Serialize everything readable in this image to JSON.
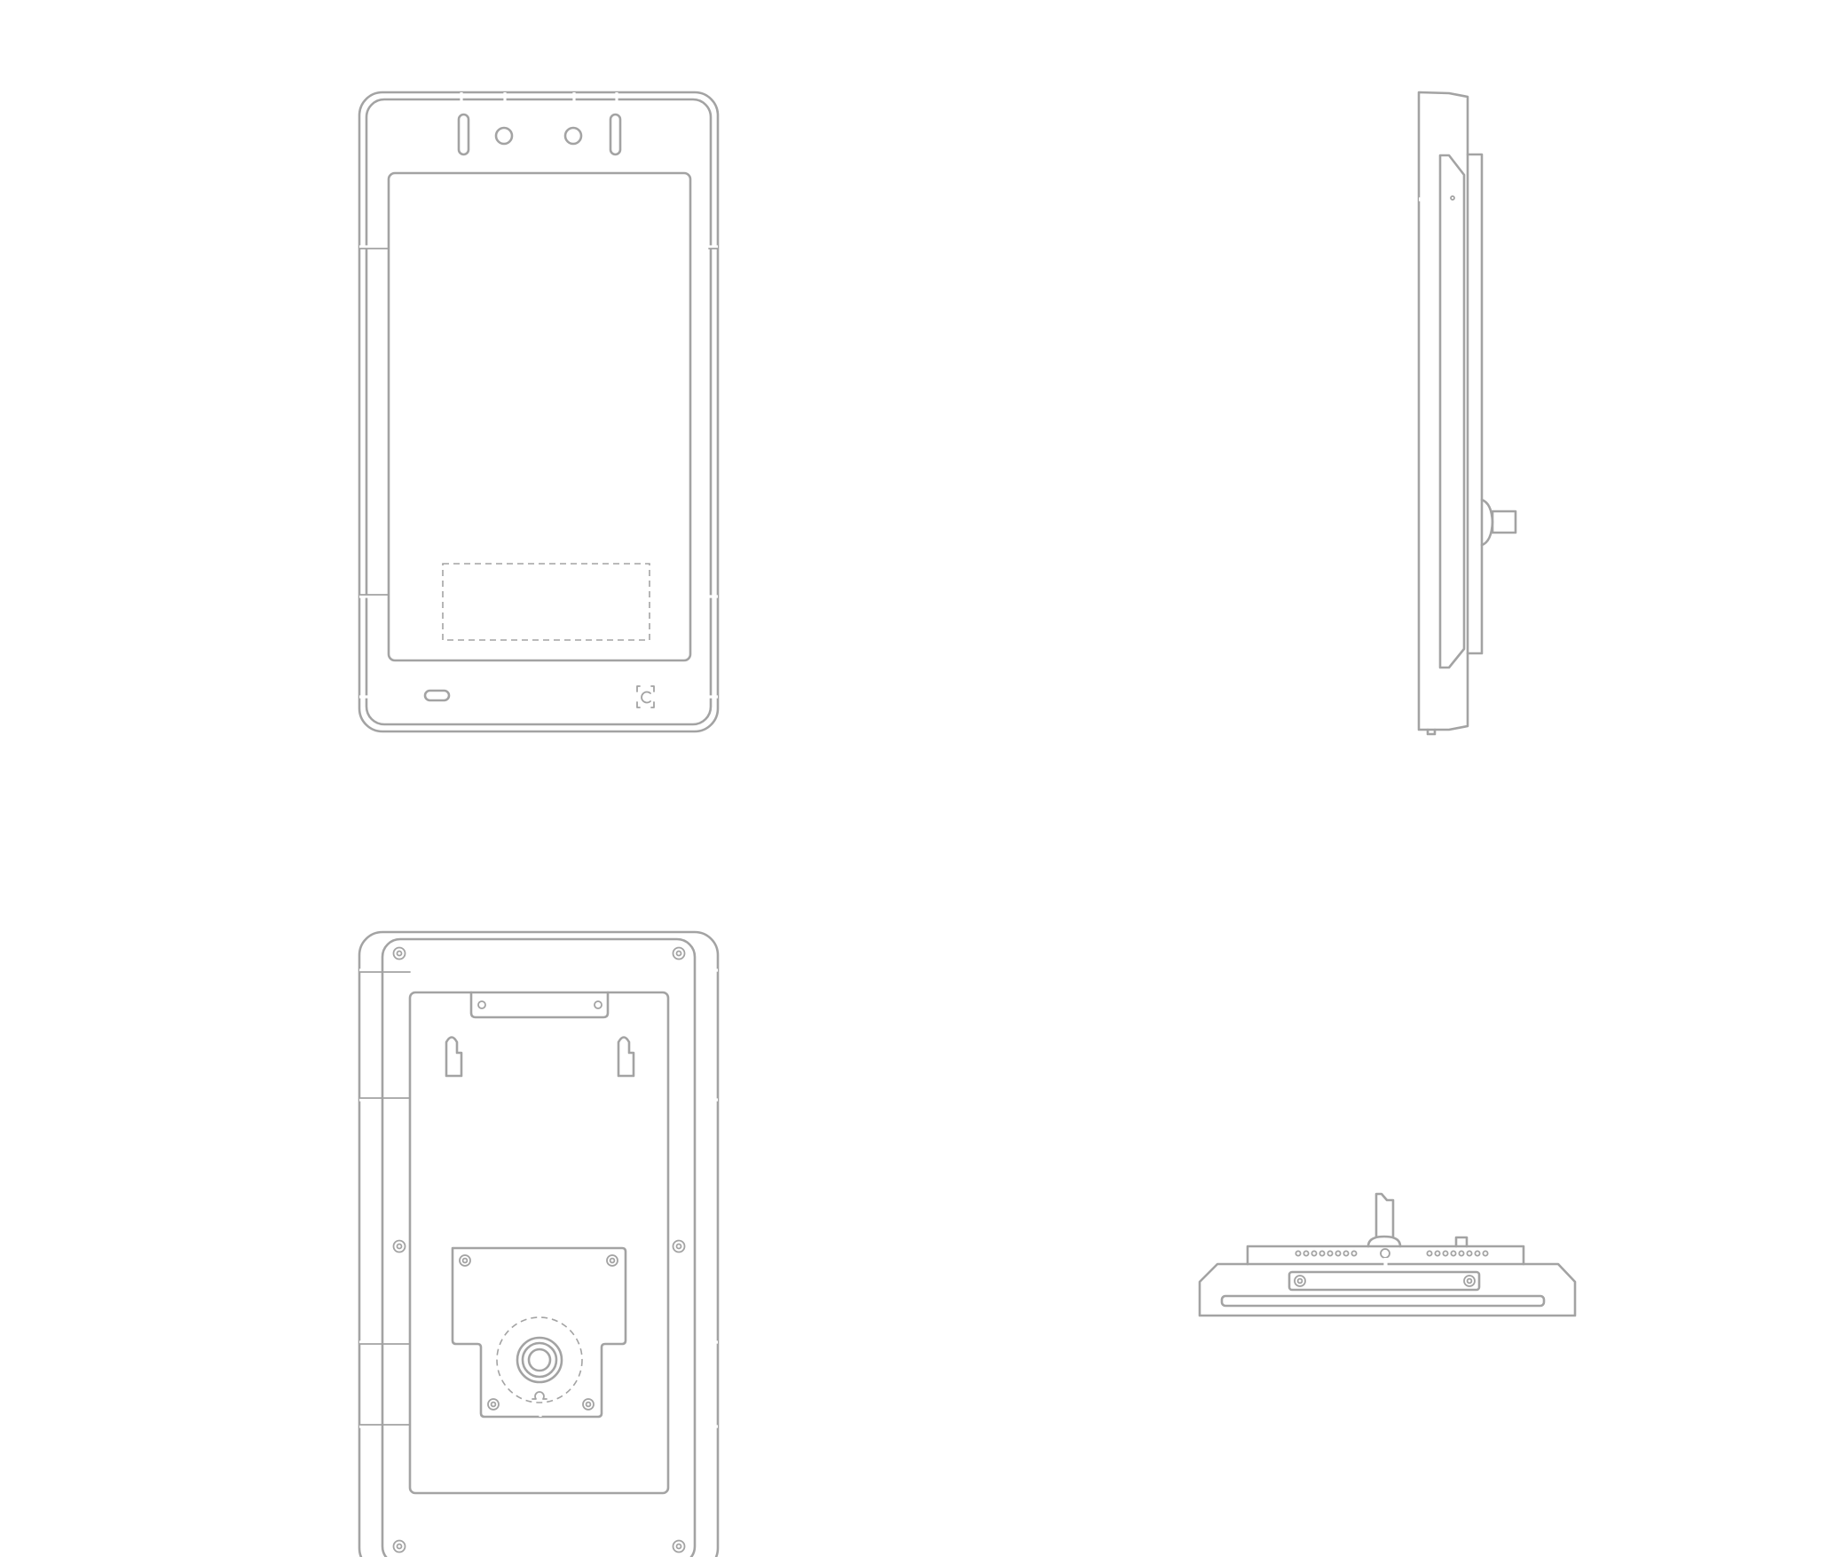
{
  "drawing": {
    "views": [
      "front",
      "side",
      "back",
      "bottom"
    ],
    "line_color": "#a3a3a3",
    "background": "#ffffff"
  }
}
